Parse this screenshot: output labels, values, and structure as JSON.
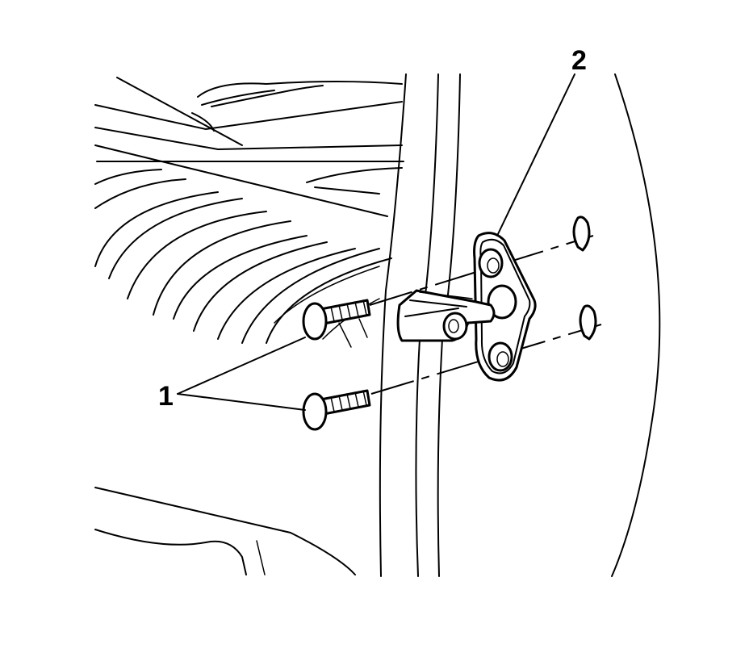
{
  "callouts": [
    {
      "number": "1",
      "target": "bolts"
    },
    {
      "number": "2",
      "target": "door-striker"
    }
  ],
  "colors": {
    "line": "#000000",
    "background": "#ffffff"
  }
}
